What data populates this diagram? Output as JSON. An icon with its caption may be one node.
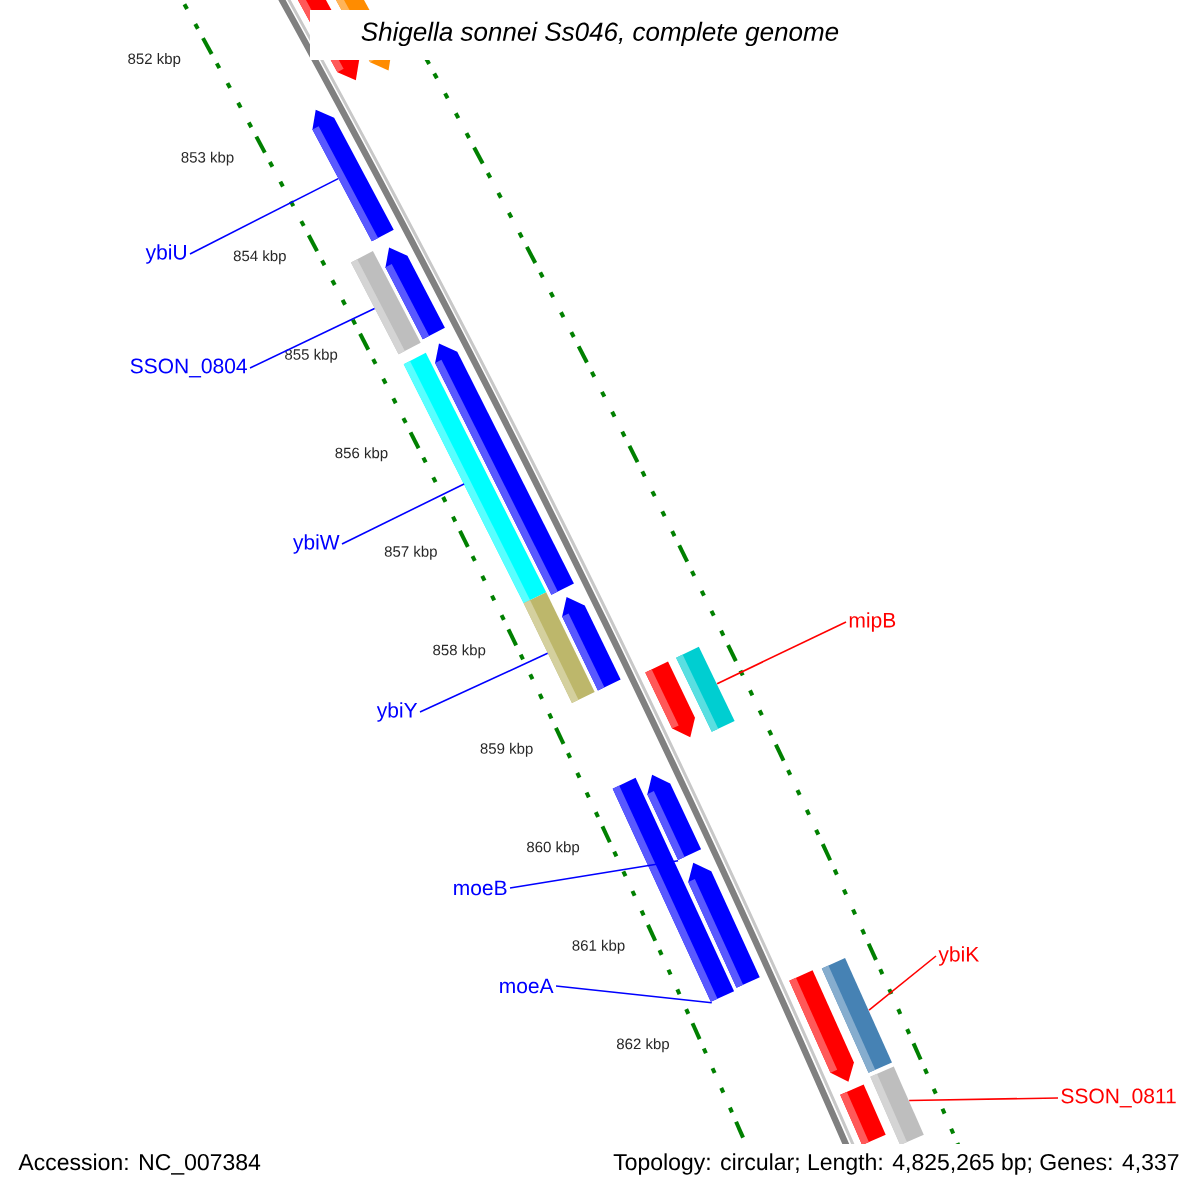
{
  "diagram": {
    "title": "Shigella sonnei Ss046, complete genome",
    "nodes": [
      {
        "text": [],
        "shape": "bar"
      },
      {
        "text": [],
        "shape": "bar"
      },
      {
        "text": [],
        "shape": "bar"
      },
      {
        "text": [],
        "shape": "bar"
      },
      {
        "text": [],
        "shape": "bar"
      },
      {
        "text": [],
        "shape": "bar"
      },
      {
        "text": [],
        "shape": "bar"
      },
      {
        "text": [],
        "shape": "bar"
      },
      {
        "text": [],
        "shape": "bar"
      },
      {
        "text": [],
        "shape": "bar"
      },
      {
        "text": [],
        "shape": "bar"
      },
      {
        "text": [],
        "shape": "bar"
      },
      {
        "text": [],
        "shape": "bar"
      },
      {
        "text": [],
        "shape": "bar"
      },
      {
        "text": [],
        "shape": "bar"
      },
      {
        "text": [],
        "shape": "bar"
      },
      {
        "text": [],
        "shape": "bar"
      },
      {
        "text": [],
        "shape": "bar"
      },
      {
        "text": [
          "ybiU"
        ]
      },
      {
        "text": [
          "SSON_0804"
        ]
      },
      {
        "text": [
          "ybiW"
        ]
      },
      {
        "text": [
          "ybiY"
        ]
      },
      {
        "text": [
          "moeB"
        ]
      },
      {
        "text": [
          "moeA"
        ]
      },
      {
        "text": [
          "mipB"
        ]
      },
      {
        "text": [
          "ybiK"
        ]
      },
      {
        "text": [
          "SSON_0811"
        ]
      }
    ],
    "edges": [
      {
        "from": 18,
        "to": 2,
        "arrow": "none"
      },
      {
        "from": 19,
        "to": 4,
        "arrow": "none"
      },
      {
        "from": 20,
        "to": 6,
        "arrow": "none"
      },
      {
        "from": 21,
        "to": 7,
        "arrow": "none"
      },
      {
        "from": 22,
        "to": 11,
        "arrow": "none"
      },
      {
        "from": 23,
        "to": 12,
        "arrow": "none"
      },
      {
        "from": 24,
        "to": 9,
        "arrow": "none",
        "color": "#ff0000"
      },
      {
        "from": 25,
        "to": 14,
        "arrow": "none",
        "color": "#ff0000"
      },
      {
        "from": 26,
        "to": 16,
        "arrow": "none",
        "color": "#ff0000"
      }
    ],
    "labels": [
      "852 kbp",
      "853 kbp",
      "854 kbp",
      "855 kbp",
      "856 kbp",
      "857 kbp",
      "858 kbp",
      "859 kbp",
      "860 kbp",
      "861 kbp",
      "862 kbp",
      "Accession: NC_007384",
      "Topology: circular; Length: 4,825,265 bp; Genes: 4,337"
    ]
  }
}
